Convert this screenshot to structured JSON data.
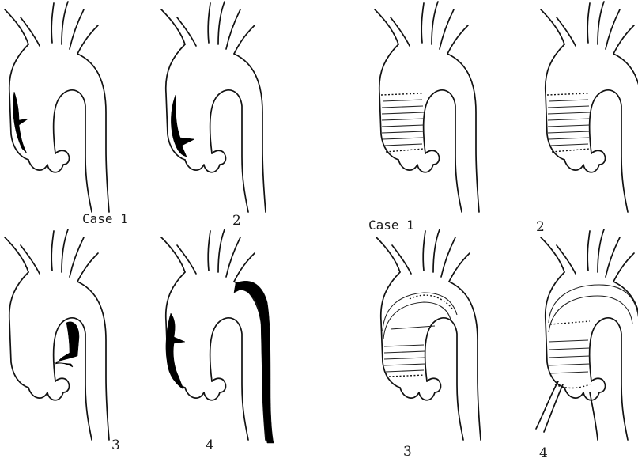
{
  "figure": {
    "left_panel": {
      "captions": [
        "Case 1",
        "2",
        "3",
        "4"
      ]
    },
    "right_panel": {
      "captions": [
        "Case 1",
        "2",
        "3",
        "4"
      ]
    },
    "colors": {
      "line": "#111111",
      "dissection": "#000000",
      "background": "#ffffff"
    }
  }
}
